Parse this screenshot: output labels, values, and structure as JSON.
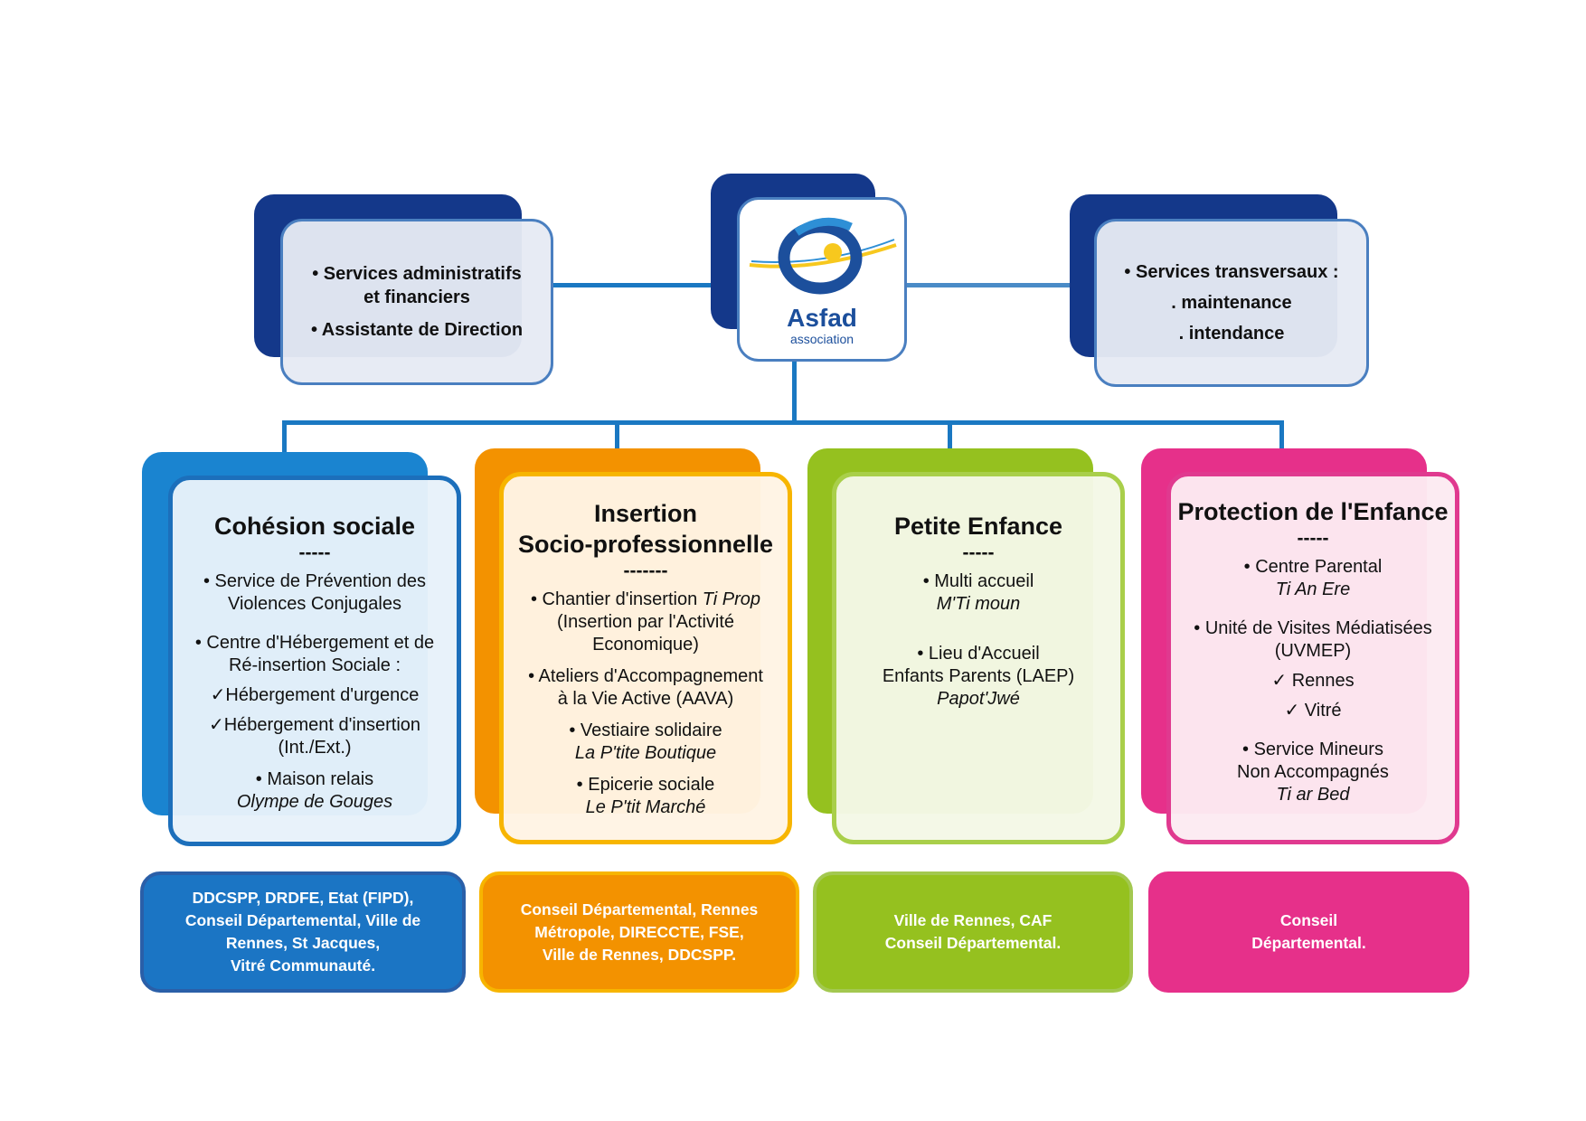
{
  "logo": {
    "name": "Asfad",
    "subtitle": "association",
    "colors": {
      "blue": "#1c4f9c",
      "light_blue": "#2e8fd6",
      "yellow": "#f7c81e"
    }
  },
  "left_box": {
    "items": [
      "• Services administratifs",
      "et financiers",
      "• Assistante de Direction"
    ]
  },
  "right_box": {
    "items": [
      "• Services transversaux :",
      ". maintenance",
      ". intendance"
    ]
  },
  "columns": [
    {
      "id": "cohesion",
      "color": "#1a84d0",
      "title": "Cohésion sociale",
      "separator": "-----",
      "lines": [
        "• Service de Prévention des",
        "Violences Conjugales",
        "• Centre d'Hébergement et de",
        "Ré-insertion Sociale   :",
        "✓Hébergement d'urgence",
        "✓Hébergement d'insertion",
        "(Int./Ext.)",
        "• Maison relais",
        "Olympe de Gouges"
      ],
      "funders": [
        "DDCSPP, DRDFE, Etat (FIPD),",
        "Conseil Départemental, Ville de",
        "Rennes, St Jacques,",
        "Vitré Communauté."
      ]
    },
    {
      "id": "insertion",
      "color": "#f39200",
      "title_line1": "Insertion",
      "title_line2": "Socio-professionnelle",
      "separator": "-------",
      "lines": [
        "• Chantier d'insertion ",
        "Ti Prop",
        "(Insertion par l'Activité",
        "Economique)",
        "• Ateliers d'Accompagnement",
        "à la Vie Active (AAVA)",
        "• Vestiaire solidaire",
        "La P'tite Boutique",
        "• Epicerie sociale",
        "Le P'tit Marché"
      ],
      "funders": [
        "Conseil Départemental, Rennes",
        "Métropole, DIRECCTE, FSE,",
        "Ville de Rennes, DDCSPP."
      ]
    },
    {
      "id": "petite-enfance",
      "color": "#95c11f",
      "title": "Petite Enfance",
      "separator": "-----",
      "lines": [
        "• Multi accueil",
        "M'Ti moun",
        "• Lieu d'Accueil",
        "Enfants Parents (LAEP)",
        "Papot'Jwé"
      ],
      "funders": [
        "Ville de Rennes, CAF",
        "Conseil Départemental."
      ]
    },
    {
      "id": "protection",
      "color": "#e6308a",
      "title": "Protection de l'Enfance",
      "separator": "-----",
      "lines": [
        "• Centre Parental",
        "Ti An Ere",
        "• Unité de Visites Médiatisées",
        "(UVMEP)",
        "✓ Rennes",
        "✓ Vitré",
        "• Service Mineurs",
        "Non Accompagnés",
        "Ti ar Bed"
      ],
      "funders": [
        "Conseil",
        "Départemental."
      ]
    }
  ]
}
